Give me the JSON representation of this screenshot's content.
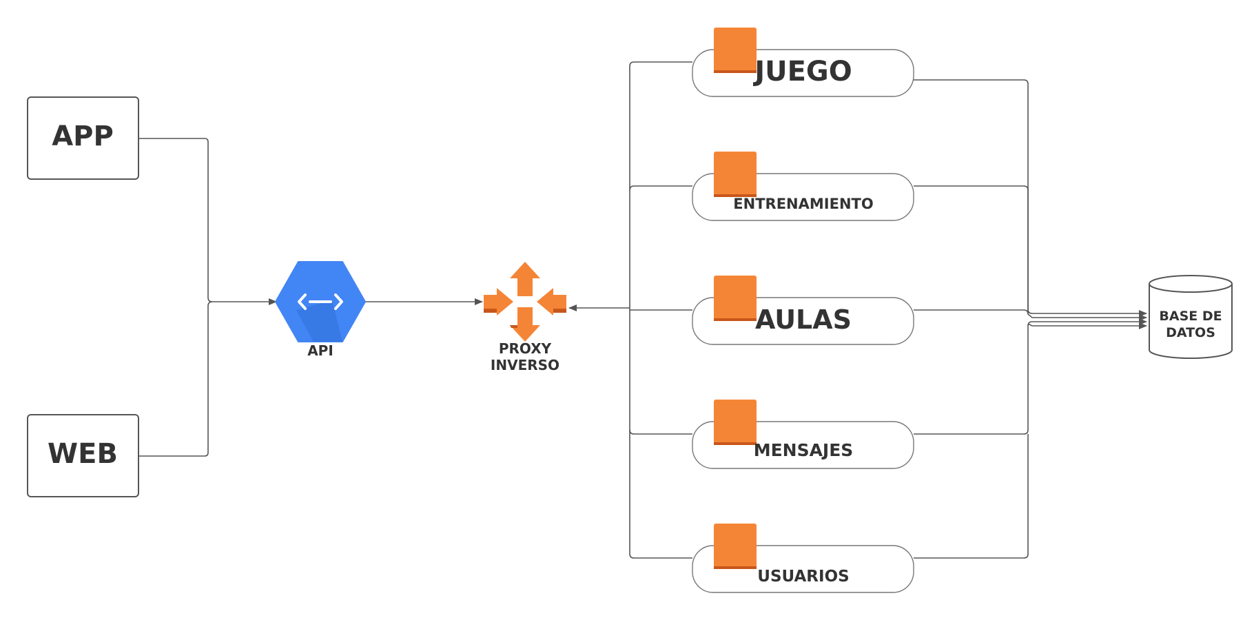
{
  "clients": [
    {
      "id": "app",
      "label": "APP"
    },
    {
      "id": "web",
      "label": "WEB"
    }
  ],
  "api": {
    "label": "API"
  },
  "proxy": {
    "label_line1": "PROXY",
    "label_line2": "INVERSO"
  },
  "services": [
    {
      "id": "juego",
      "label": "JUEGO"
    },
    {
      "id": "entrenamiento",
      "label": "ENTRENAMIENTO"
    },
    {
      "id": "aulas",
      "label": "AULAS"
    },
    {
      "id": "mensajes",
      "label": "MENSAJES"
    },
    {
      "id": "usuarios",
      "label": "USUARIOS"
    }
  ],
  "database": {
    "label_line1": "BASE DE",
    "label_line2": "DATOS"
  },
  "colors": {
    "line": "#555555",
    "box_stroke": "#555555",
    "text": "#333333",
    "api_blue": "#4285F4",
    "api_blue_dark": "#2f6fd8",
    "orange": "#F58536",
    "orange_dark": "#C8571A"
  }
}
